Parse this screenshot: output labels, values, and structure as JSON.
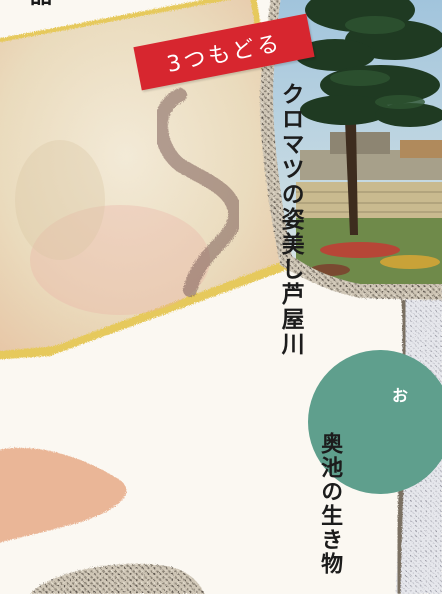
{
  "corner_glyph": "品",
  "back_button": {
    "label": "3つもどる"
  },
  "captions": {
    "kuromatsu": "クロマツの姿美し芦屋川",
    "okuike": "奥池の生き物"
  },
  "hotspot": {
    "label": "お"
  },
  "colors": {
    "button_red": "#d7262f",
    "teal_circle": "#5f9f8d",
    "paper": "#fbf8f2",
    "photo_frame": "#bfb49e"
  },
  "icons": [
    "pine-tree-photo",
    "stone-wall-frame"
  ]
}
